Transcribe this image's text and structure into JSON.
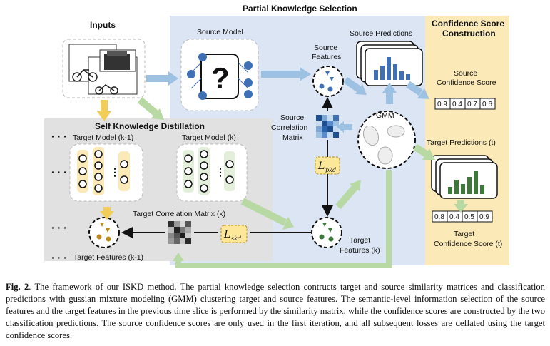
{
  "figure": {
    "sections": {
      "inputs": "Inputs",
      "partial": "Partial Knowledge Selection",
      "confidence_line1": "Confidence Score",
      "confidence_line2": "Construction",
      "self_distill": "Self Knowledge Distillation"
    },
    "labels": {
      "source_model": "Source Model",
      "question_mark": "?",
      "source_predictions": "Source Predictions",
      "source_features_line1": "Source",
      "source_features_line2": "Features",
      "source_conf_line1": "Source",
      "source_conf_line2": "Confidence Score",
      "corr_line1": "Source",
      "corr_line2": "Correlation",
      "corr_line3": "Matrix",
      "gmm": "GMM",
      "loss_pkd_main": "L",
      "loss_pkd_sub": "pkd",
      "loss_skd_main": "L",
      "loss_skd_sub": "skd",
      "target_model_prev": "Target Model (k-1)",
      "target_model_curr": "Target Model (k)",
      "target_predictions": "Target Predictions (t)",
      "target_corr_matrix": "Target Correlation Matrix (k)",
      "target_features_prev": "Target Features (k-1)",
      "target_features_line1": "Target",
      "target_features_line2": "Features (k)",
      "target_conf_line1": "Target",
      "target_conf_line2": "Confidence Score (t)",
      "ellipsis": "· · ·",
      "vdots": "⋮"
    },
    "source_scores": [
      "0.9",
      "0.4",
      "0.7",
      "0.6"
    ],
    "target_scores": [
      "0.8",
      "0.4",
      "0.5",
      "0.9"
    ]
  },
  "caption": {
    "label": "Fig. 2",
    "text": ". The framework of our ISKD method. The partial knowledge selection contructs target and source similarity matrices and classification predictions with gussian mixture modeling (GMM) clustering target and source features. The semantic-level information selection of the source features and the target features in the previous time slice is performed by the similarity matrix, while the confidence scores are constructed by the two classification predictions. The source confidence scores are only used in the first iteration, and all subsequent losses are deflated using the target confidence scores."
  },
  "colors": {
    "partial_bg": "#dbe5f4",
    "confidence_bg": "#fbeab7",
    "distill_bg": "#e1e1e1",
    "blue_node": "#3f6fb5",
    "green_node": "#3d7a3a",
    "gold_node": "#b98a16",
    "arrow_blue": "#9cc1e3",
    "arrow_green": "#b8d9a4",
    "arrow_gold": "#f3cd5a",
    "loss_fill": "#fde89a"
  }
}
